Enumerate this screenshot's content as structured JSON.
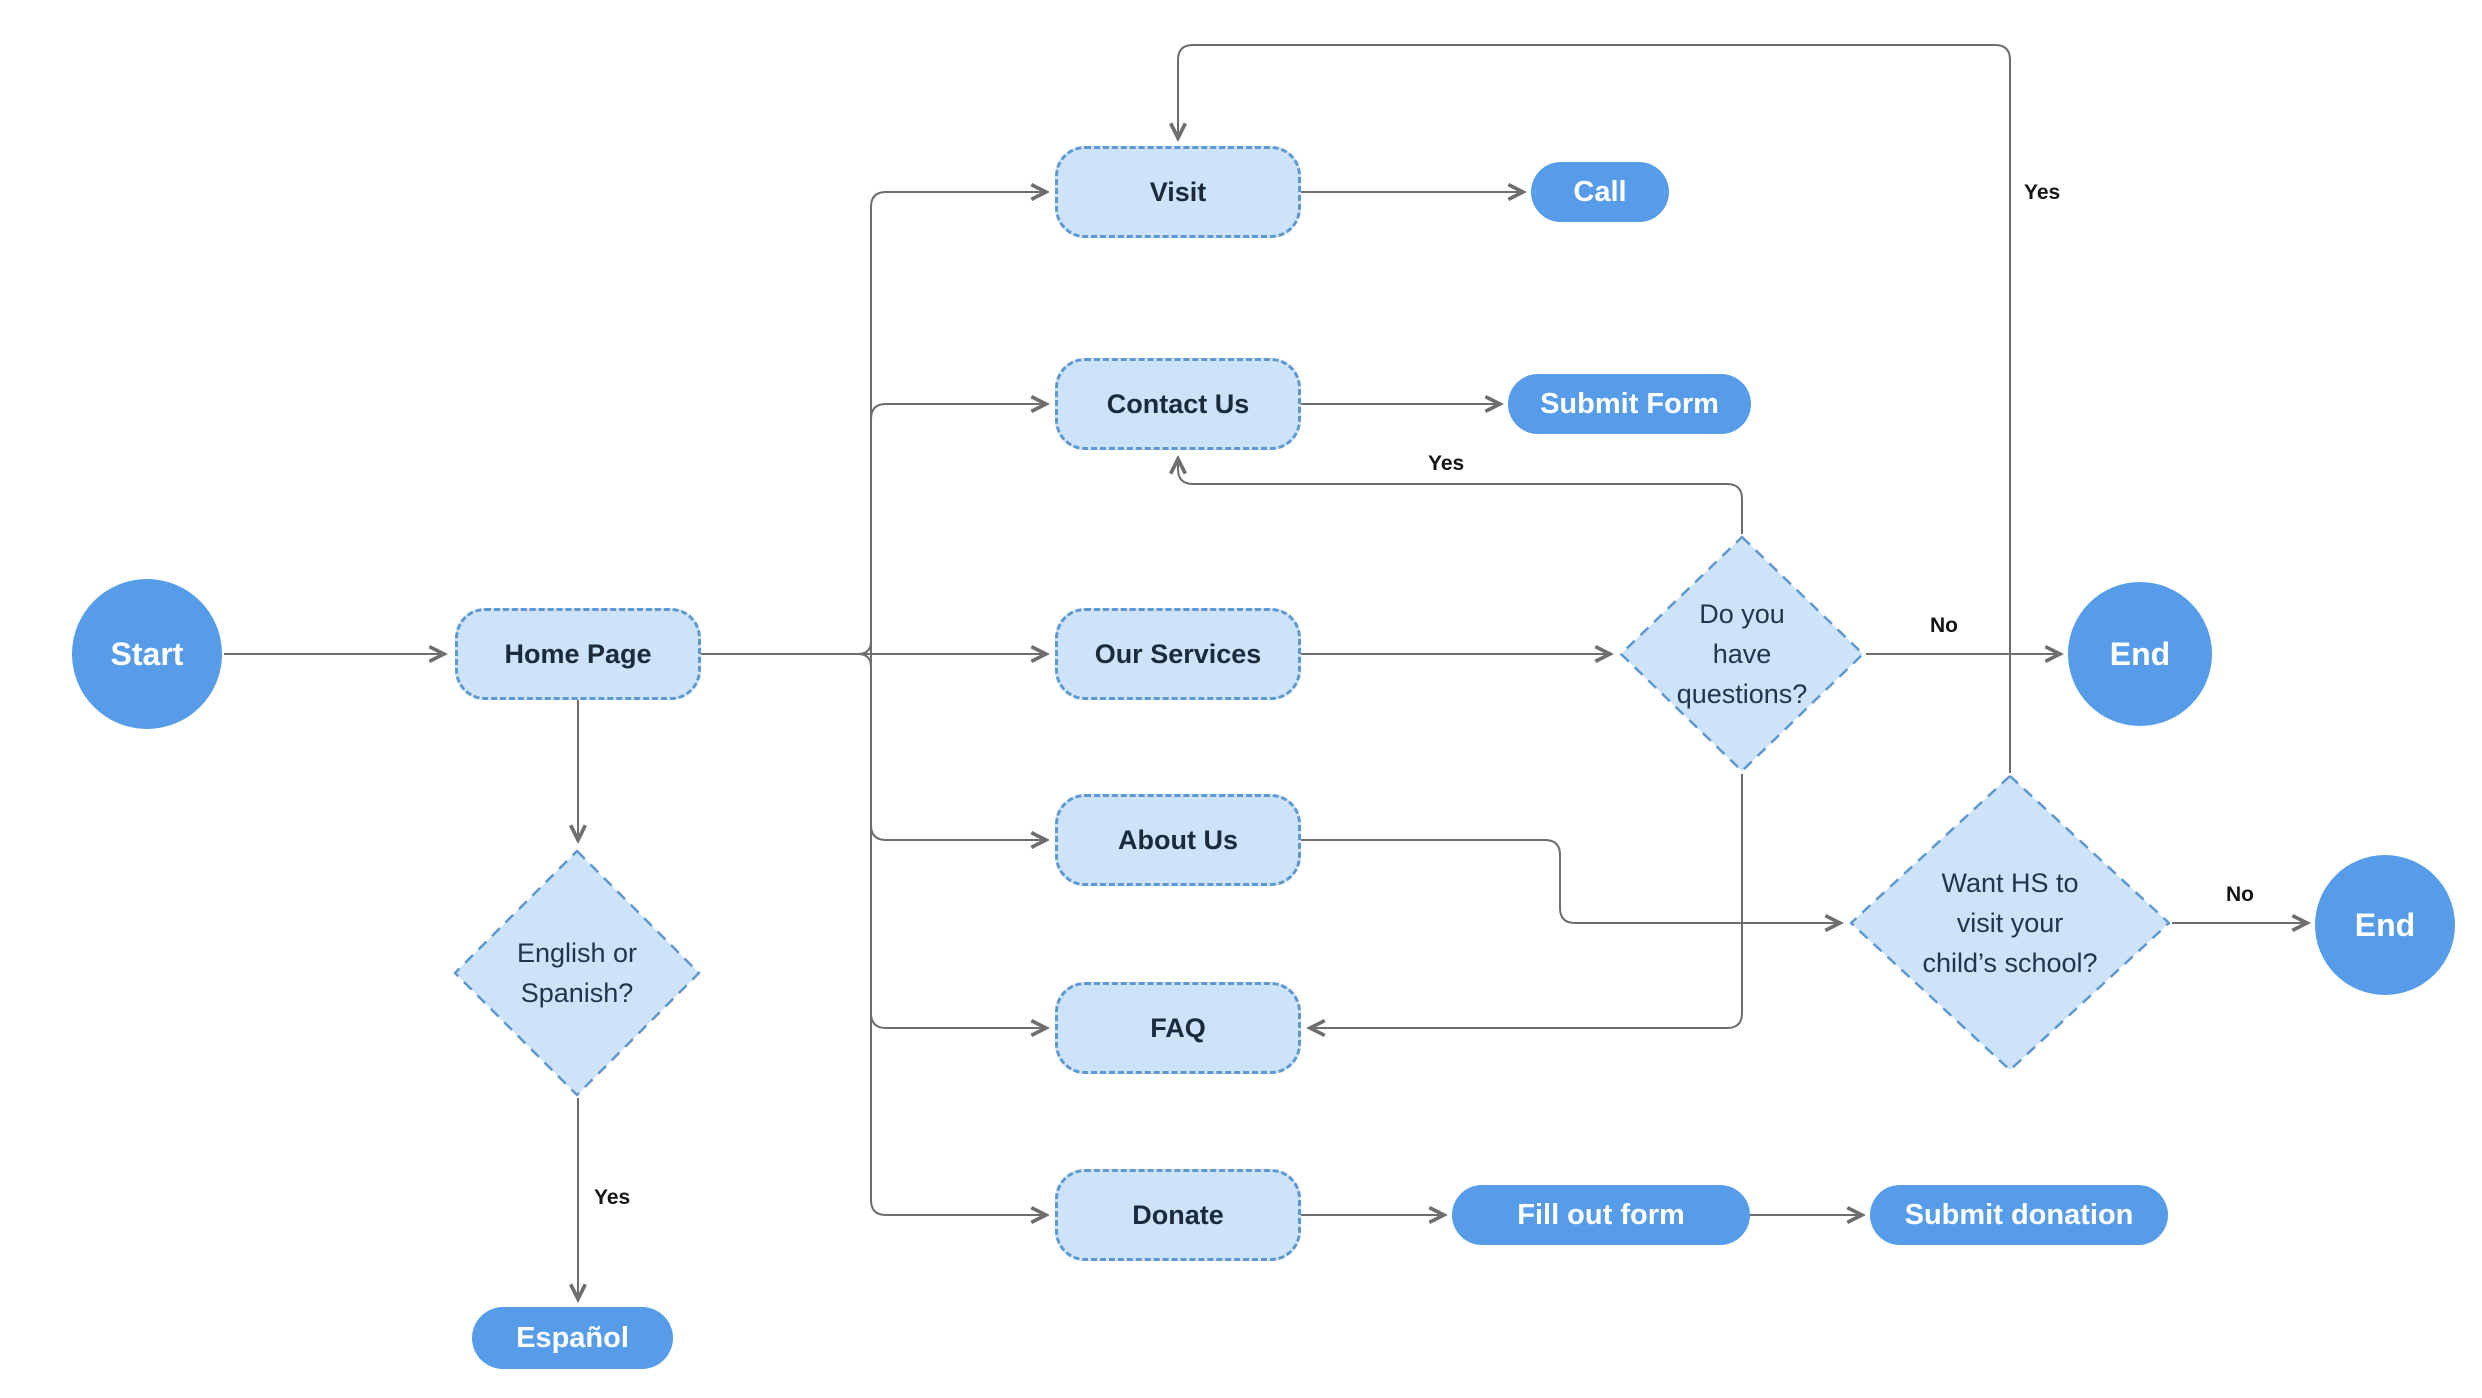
{
  "colors": {
    "canvas_bg": "#FFFFFF",
    "solid_blue": "#569CE9",
    "light_fill": "#CCE3F9",
    "dashed_border": "#5F97CF",
    "dark_text": "#1C2B3B",
    "line_gray": "#6E6E6E"
  },
  "nodes": {
    "start": {
      "label": "Start",
      "type": "terminator"
    },
    "home_page": {
      "label": "Home Page",
      "type": "process"
    },
    "visit": {
      "label": "Visit",
      "type": "process"
    },
    "contact_us": {
      "label": "Contact Us",
      "type": "process"
    },
    "our_services": {
      "label": "Our Services",
      "type": "process"
    },
    "about_us": {
      "label": "About Us",
      "type": "process"
    },
    "faq": {
      "label": "FAQ",
      "type": "process"
    },
    "donate": {
      "label": "Donate",
      "type": "process"
    },
    "call": {
      "label": "Call",
      "type": "action"
    },
    "submit_form": {
      "label": "Submit Form",
      "type": "action"
    },
    "fill_out_form": {
      "label": "Fill out form",
      "type": "action"
    },
    "submit_donation": {
      "label": "Submit donation",
      "type": "action"
    },
    "espanol": {
      "label": "Español",
      "type": "action"
    },
    "language_decision": {
      "lines": [
        "English or",
        "Spanish?"
      ],
      "type": "decision"
    },
    "questions_decision": {
      "lines": [
        "Do you",
        "have",
        "questions?"
      ],
      "type": "decision"
    },
    "school_visit_decision": {
      "lines": [
        "Want HS to",
        "visit your",
        "child’s school?"
      ],
      "type": "decision"
    },
    "end_top": {
      "label": "End",
      "type": "terminator"
    },
    "end_bottom": {
      "label": "End",
      "type": "terminator"
    }
  },
  "edge_labels": {
    "questions_yes": "Yes",
    "questions_no": "No",
    "school_visit_yes": "Yes",
    "school_visit_no": "No",
    "language_yes": "Yes"
  }
}
